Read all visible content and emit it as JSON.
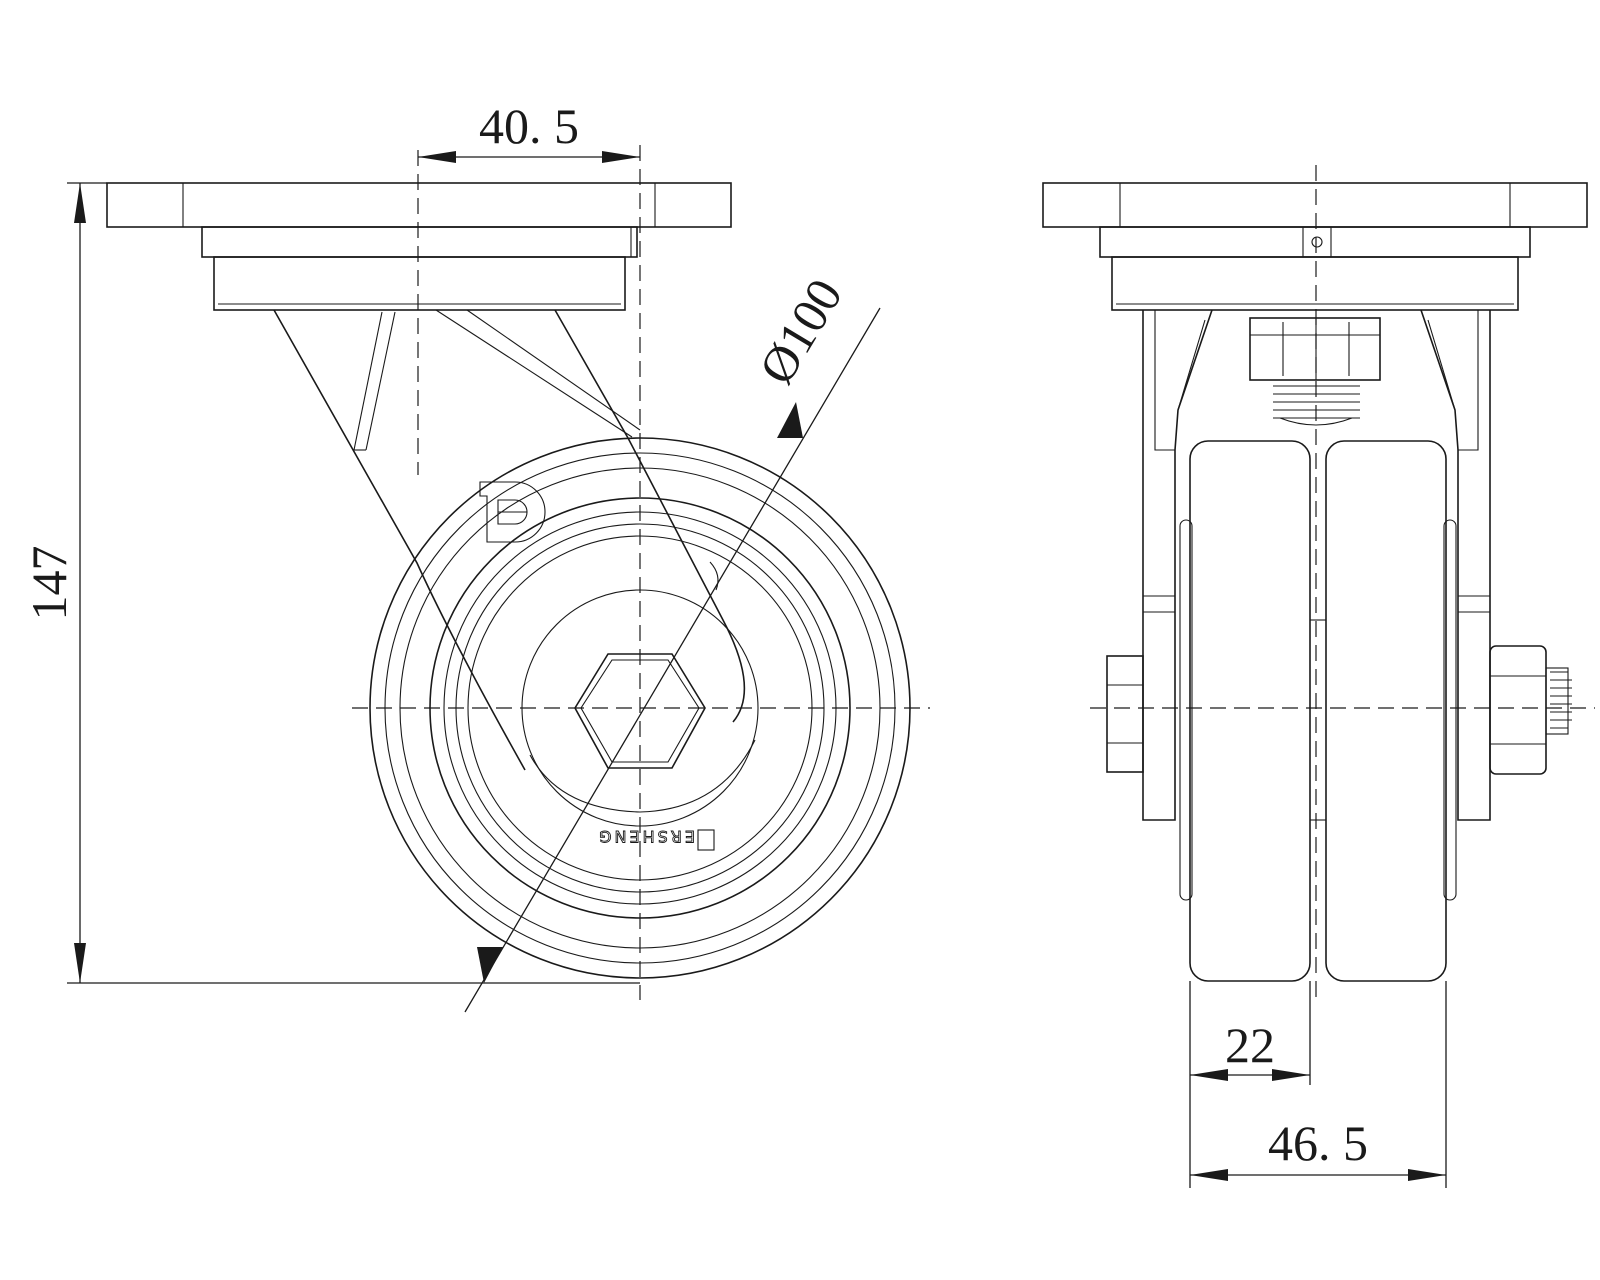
{
  "drawing": {
    "dimensions": {
      "plate_offset": "40. 5",
      "overall_height": "147",
      "wheel_diameter": "Ø100",
      "wheel_width": "22",
      "overall_width": "46. 5"
    },
    "brand": {
      "wheel_marking": "ERSHENG",
      "logo_letter": "D"
    }
  }
}
